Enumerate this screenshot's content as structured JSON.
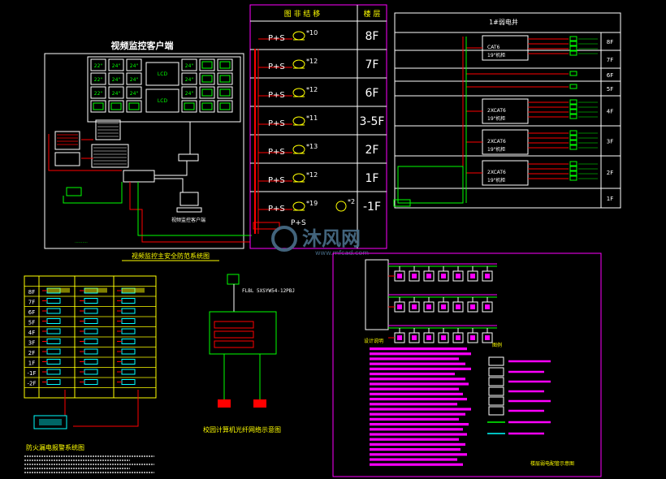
{
  "colors": {
    "background": "#000000",
    "white": "#ffffff",
    "red": "#ff0000",
    "green": "#00ff00",
    "yellow": "#ffff00",
    "magenta": "#ff00ff",
    "cyan": "#00ffff",
    "watermark": "#4a6f8a"
  },
  "riser": {
    "header_left": "图 非 结 移",
    "header_right": "楼 层",
    "floors": [
      "8F",
      "7F",
      "6F",
      "3-5F",
      "2F",
      "1F",
      "-1F"
    ],
    "camera_label": "P+S",
    "camera_counts": [
      "*10",
      "*12",
      "*12",
      "*11",
      "*13",
      "*12",
      "*19"
    ],
    "basement_extra_count": "*2",
    "basement_sub": "P+S"
  },
  "monitor": {
    "title": "视频监控客户端",
    "screen_labels": [
      "22\"",
      "24\"",
      "24\"",
      "24\"",
      "22\"",
      "24\"",
      "24\"",
      "24\"",
      "22\"",
      "24\"",
      "24\"",
      "24\""
    ],
    "bottom_caption": "视频监控主安全防范系统图",
    "client_label": "视频监控客户端"
  },
  "network": {
    "title": "1#弱电井",
    "cable_labels": [
      "CAT6",
      "19\"机柜",
      "2XCAT6",
      "19\"机柜",
      "2XCAT6",
      "19\"机柜"
    ],
    "right_floors": [
      "8F",
      "7F",
      "6F",
      "5F",
      "4F",
      "3F",
      "2F",
      "1F"
    ]
  },
  "fire_table": {
    "rows": [
      "8F",
      "7F",
      "6F",
      "5F",
      "4F",
      "3F",
      "2F",
      "1F",
      "-1F",
      "-2F"
    ],
    "bottom_caption": "防火漏电报警系统图"
  },
  "fiber": {
    "header_text": "FLBL 5XSYW54-12PBJ",
    "caption": "校园计算机光纤网络示意图"
  },
  "access": {
    "caption": "楼层弱电配管示意图",
    "legend_header": "图例",
    "notes_header": "设计说明"
  },
  "watermark": {
    "text": "沐风网",
    "url": "www.mfcad.com"
  }
}
